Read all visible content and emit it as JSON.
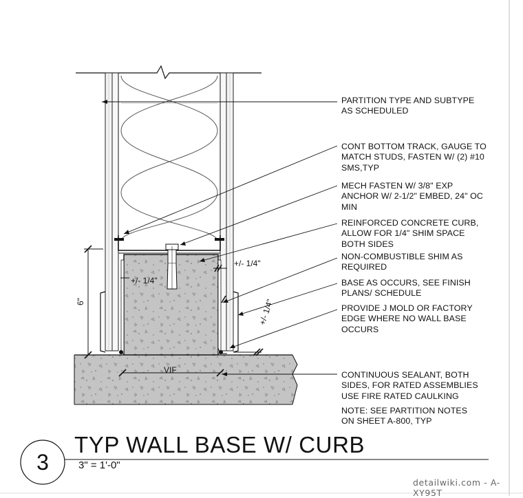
{
  "notes": [
    "PARTITION TYPE AND SUBTYPE\nAS SCHEDULED",
    "CONT BOTTOM TRACK, GAUGE TO\nMATCH STUDS, FASTEN W/ (2) #10\nSMS,TYP",
    "MECH FASTEN W/ 3/8\" EXP\nANCHOR W/ 2-1/2\" EMBED, 24\" OC\nMIN",
    "REINFORCED CONCRETE CURB,\nALLOW FOR 1/4\" SHIM SPACE\nBOTH SIDES",
    "NON-COMBUSTIBLE SHIM AS\nREQUIRED",
    "BASE AS OCCURS, SEE FINISH\nPLANS/ SCHEDULE",
    "PROVIDE J MOLD OR FACTORY\nEDGE WHERE NO WALL BASE\nOCCURS",
    "CONTINUOUS SEALANT, BOTH\nSIDES, FOR RATED ASSEMBLIES\nUSE FIRE RATED CAULKING",
    "NOTE: SEE PARTITION NOTES\nON SHEET A-800, TYP"
  ],
  "dimensions": {
    "shim_right": "+/- 1/4\"",
    "shim_left": "+/- 1/4\"",
    "shim_diag": "+/- 1/4\"",
    "curb_height": "6\"",
    "vif": "VIF"
  },
  "title": {
    "number": "3",
    "text": "TYP WALL BASE W/ CURB",
    "scale": "3\" = 1'-0\""
  },
  "watermark": "detailwiki.com - A-XY95T"
}
